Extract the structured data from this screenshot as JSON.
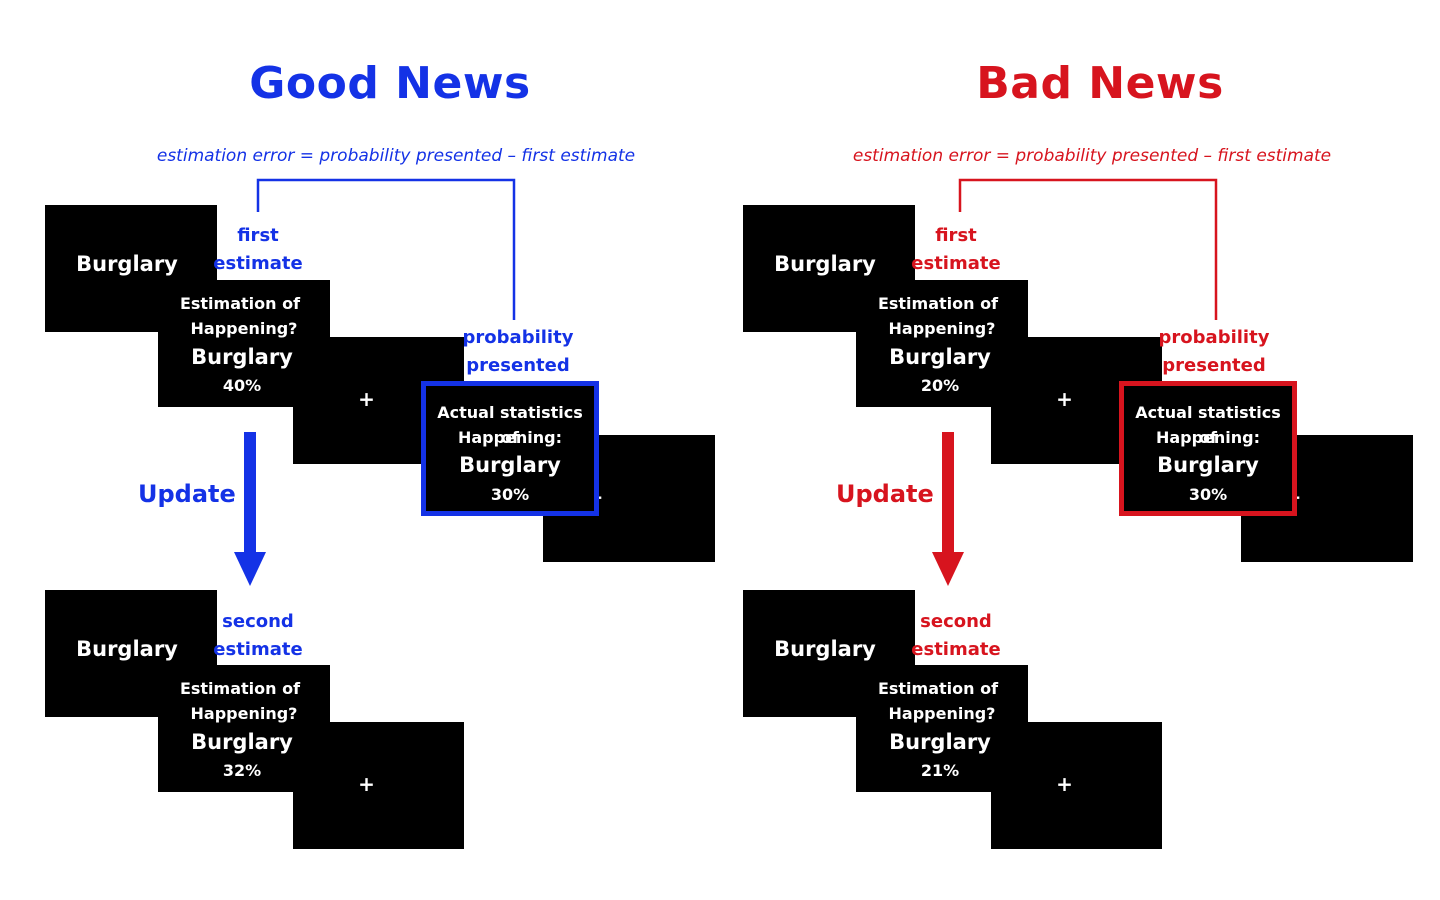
{
  "panels": {
    "good": {
      "title": "Good News",
      "color": "#1432e6",
      "formula": "estimation error = probability presented – first estimate",
      "trial1": {
        "cue_text": "Burglary",
        "label": [
          "first",
          "estimate"
        ],
        "question": [
          "Estimation of",
          "Happening?"
        ],
        "event": "Burglary",
        "estimate": "40%",
        "fixation": "+"
      },
      "presented_label": [
        "probability",
        "presented"
      ],
      "actual": {
        "lines": [
          "Actual statistics of",
          "Happening:"
        ],
        "event": "Burglary",
        "value": "30%",
        "fixation": "+"
      },
      "update_label": "Update",
      "trial2": {
        "cue_text": "Burglary",
        "label": [
          "second",
          "estimate"
        ],
        "question": [
          "Estimation of",
          "Happening?"
        ],
        "event": "Burglary",
        "estimate": "32%",
        "fixation": "+"
      }
    },
    "bad": {
      "title": "Bad News",
      "color": "#d7141e",
      "formula": "estimation error = probability presented – first estimate",
      "trial1": {
        "cue_text": "Burglary",
        "label": [
          "first",
          "estimate"
        ],
        "question": [
          "Estimation of",
          "Happening?"
        ],
        "event": "Burglary",
        "estimate": "20%",
        "fixation": "+"
      },
      "presented_label": [
        "probability",
        "presented"
      ],
      "actual": {
        "lines": [
          "Actual statistics of",
          "Happening:"
        ],
        "event": "Burglary",
        "value": "30%",
        "fixation": "+"
      },
      "update_label": "Update",
      "trial2": {
        "cue_text": "Burglary",
        "label": [
          "second",
          "estimate"
        ],
        "question": [
          "Estimation of",
          "Happening?"
        ],
        "event": "Burglary",
        "estimate": "21%",
        "fixation": "+"
      }
    }
  }
}
